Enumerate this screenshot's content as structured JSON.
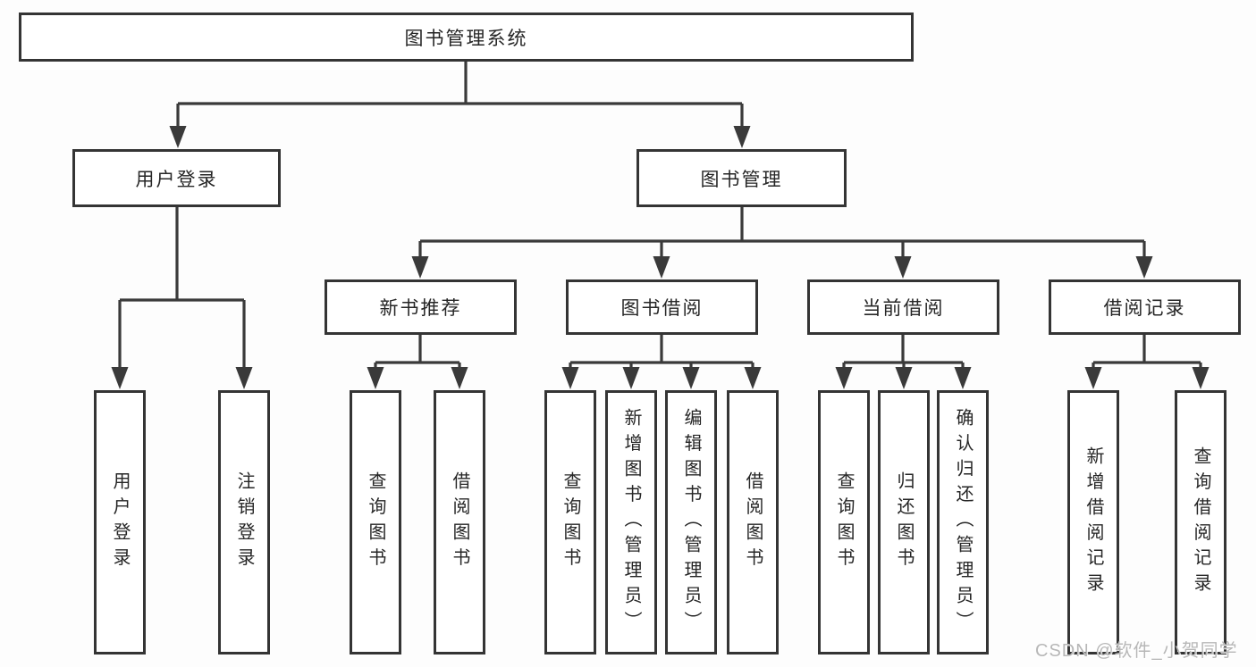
{
  "diagram": {
    "root": "图书管理系统",
    "level2": [
      {
        "label": "用户登录",
        "children": [
          "用户登录",
          "注销登录"
        ]
      },
      {
        "label": "图书管理",
        "children": [
          {
            "label": "新书推荐",
            "children": [
              "查询图书",
              "借阅图书"
            ]
          },
          {
            "label": "图书借阅",
            "children": [
              "查询图书",
              "新增图书（管理员）",
              "编辑图书（管理员）",
              "借阅图书"
            ]
          },
          {
            "label": "当前借阅",
            "children": [
              "查询图书",
              "归还图书",
              "确认归还（管理员）"
            ]
          },
          {
            "label": "借阅记录",
            "children": [
              "新增借阅记录",
              "查询借阅记录"
            ]
          }
        ]
      }
    ]
  },
  "watermark": {
    "text": "CSDN @软件_小贺同学"
  },
  "colors": {
    "line": "#3a3a3a",
    "box_border": "#343434",
    "box_fill": "#ffffff",
    "text": "#262626",
    "watermark": "#b7b7b7",
    "background": "#fdfdfd"
  }
}
